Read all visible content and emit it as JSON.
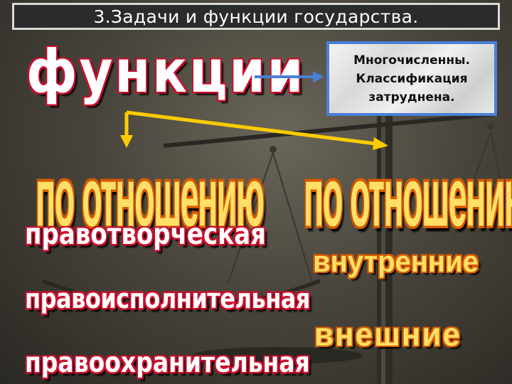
{
  "title": "3.Задачи и функции государства.",
  "heading": "функции",
  "note": {
    "line1": "Многочисленны.",
    "line2": "Классификация",
    "line3": "затруднена."
  },
  "left_column": {
    "header": "по отношению",
    "items": [
      "правотворческая",
      "правоисполнительная",
      "правоохранительная"
    ]
  },
  "right_column": {
    "header": "по отношению",
    "items": [
      "внутренние",
      "внешние"
    ]
  },
  "colors": {
    "red_text_outline": "#c8102e",
    "orange_text_outline": "#d65a00",
    "orange_fill": "#ffe066",
    "note_border": "#4a7fd6",
    "arrow_yellow": "#ffcc00",
    "arrow_blue": "#4a7fd6"
  }
}
